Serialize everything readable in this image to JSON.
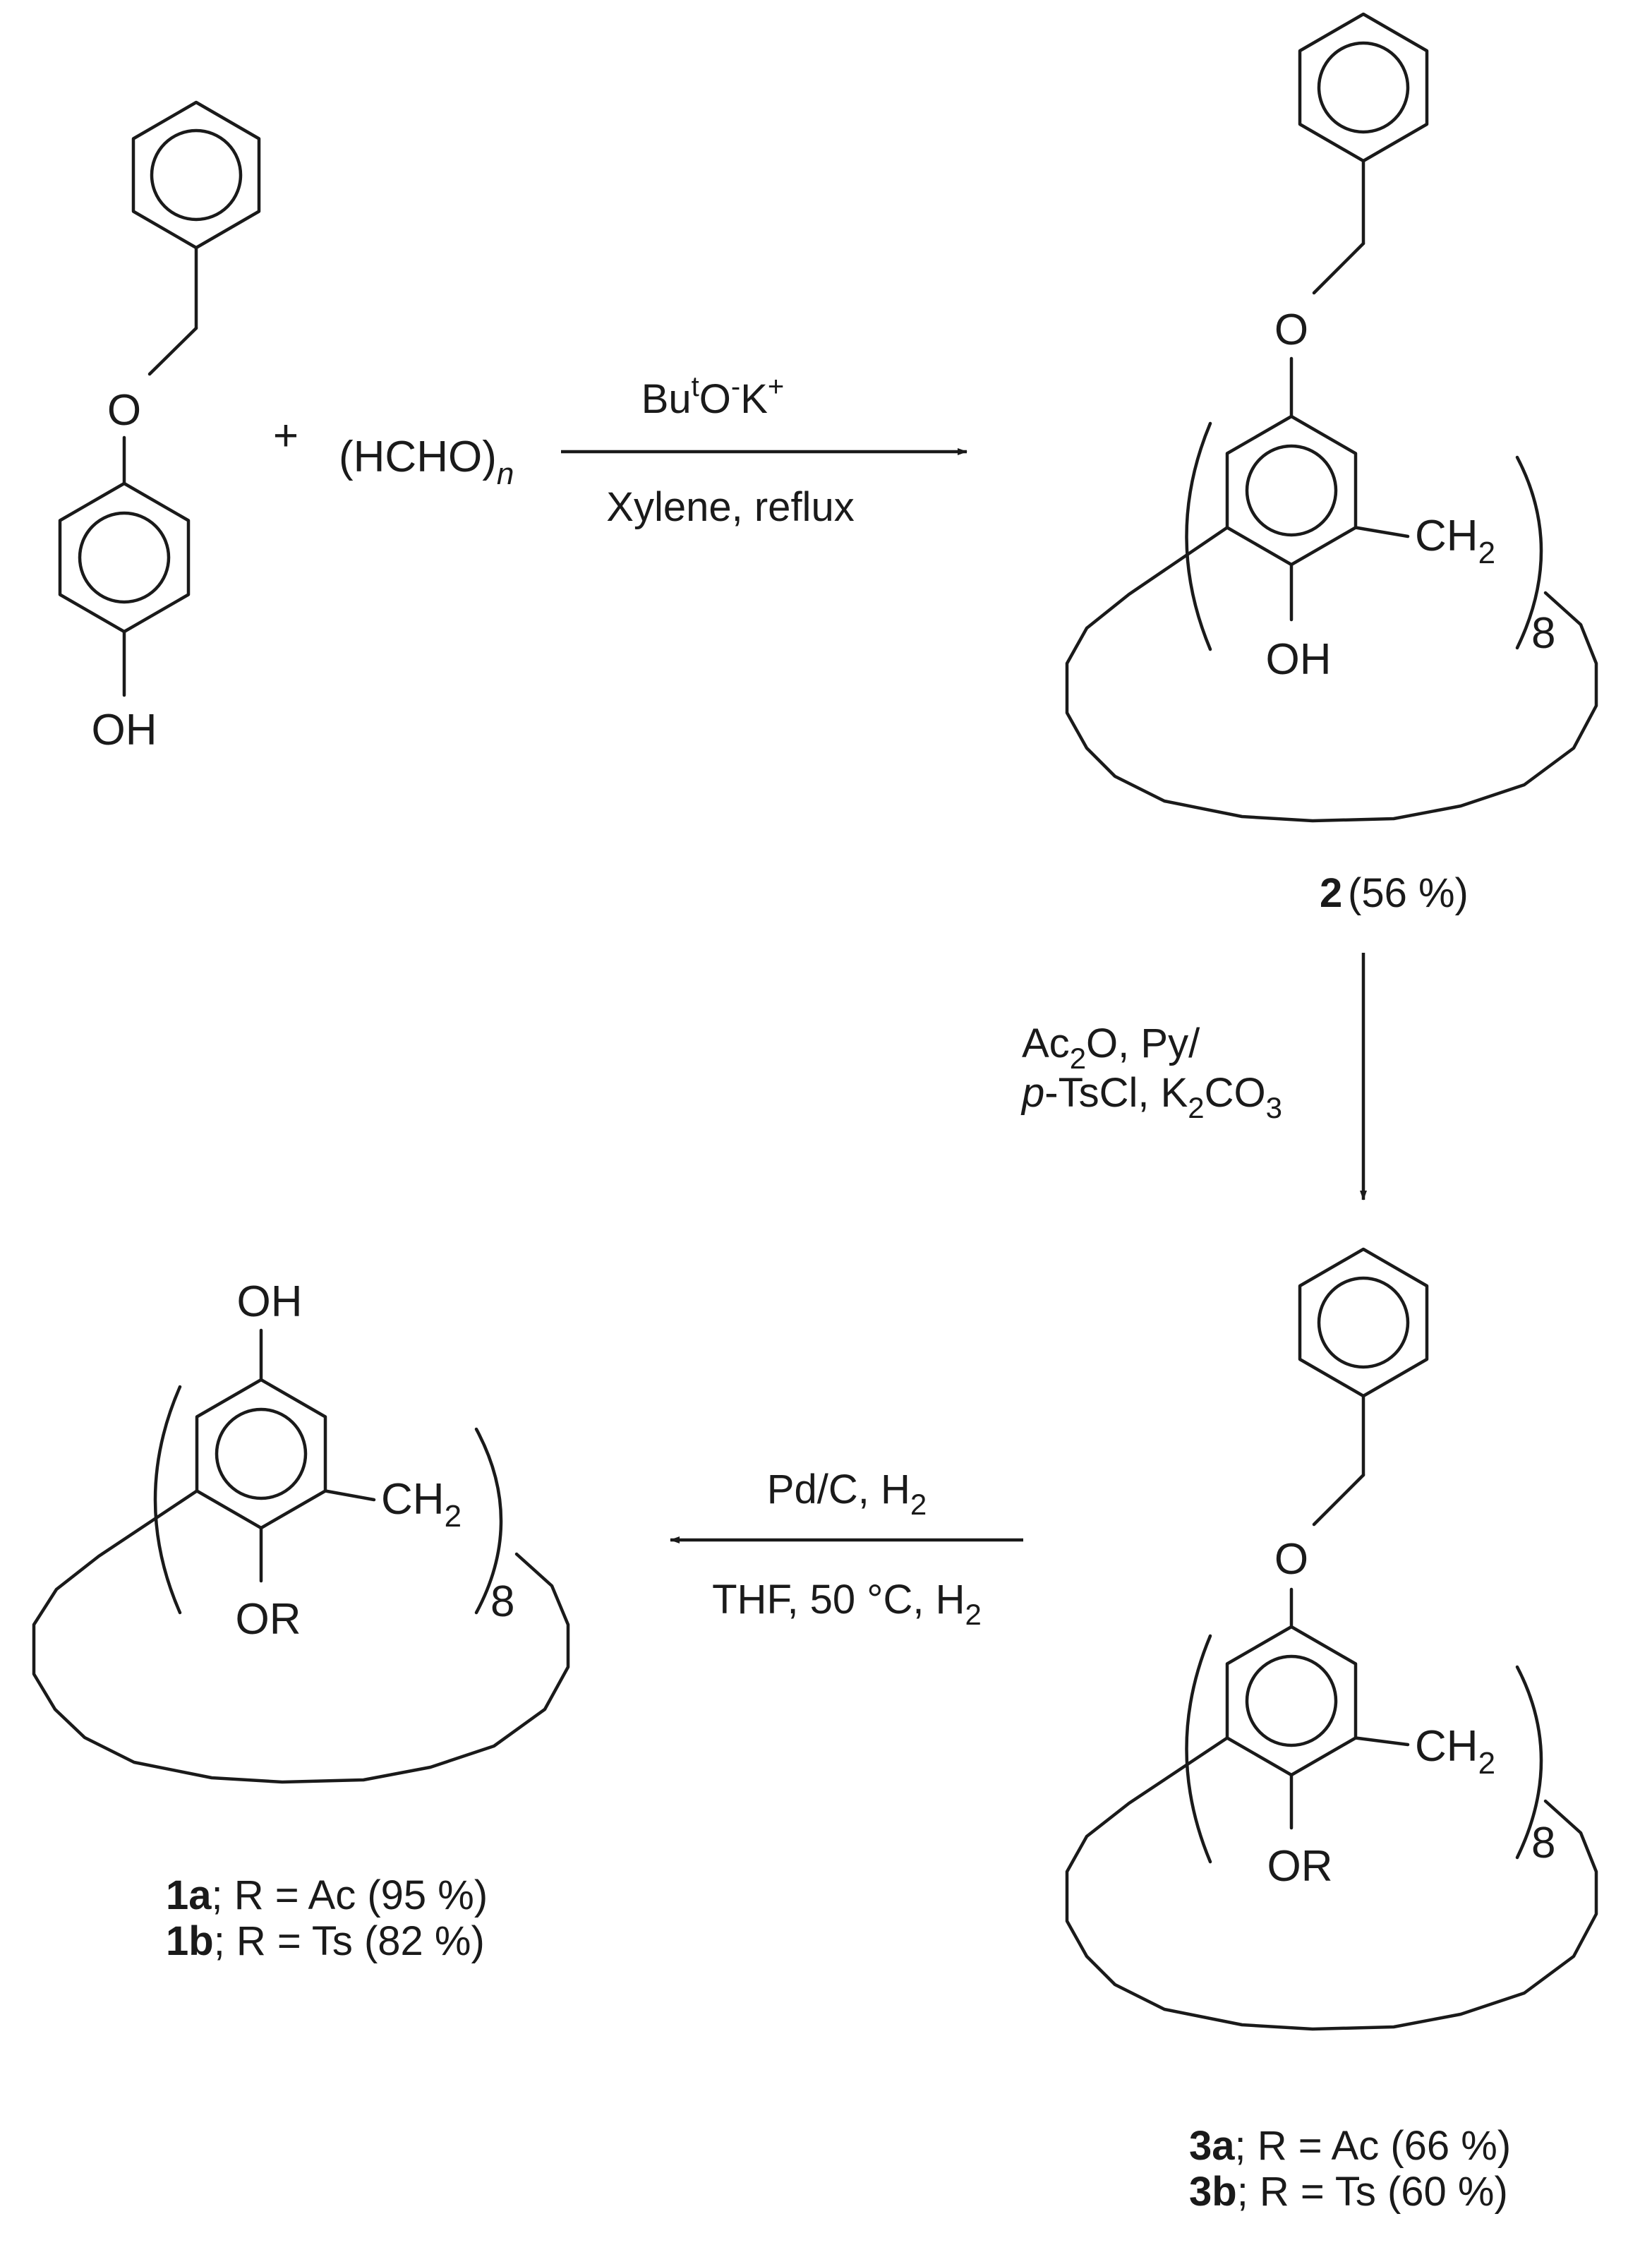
{
  "reactant": {
    "oh": "OH",
    "o": "O"
  },
  "plus": "+",
  "paraformaldehyde": {
    "text": "(HCHO)",
    "sub": "n"
  },
  "step1": {
    "reagent_base": "Bu",
    "reagent_sup1": "t",
    "reagent_mid": "O",
    "reagent_sup2": "-",
    "reagent_k": "K",
    "reagent_sup3": "+",
    "solvent": "Xylene, reflux"
  },
  "compound2": {
    "o": "O",
    "oh": "OH",
    "ch": "CH",
    "ch_sub": "2",
    "repeat": "8",
    "id": "2",
    "yield": "(56 %)"
  },
  "step2": {
    "line1_a": "Ac",
    "line1_sub": "2",
    "line1_b": "O, Py/",
    "line2_a": "p",
    "line2_b": "-TsCl, K",
    "line2_sub1": "2",
    "line2_c": "CO",
    "line2_sub2": "3"
  },
  "compound3": {
    "o": "O",
    "or": "OR",
    "ch": "CH",
    "ch_sub": "2",
    "repeat": "8",
    "a_id": "3a",
    "a_text": "; R = Ac (66 %)",
    "b_id": "3b",
    "b_text": "; R = Ts (60 %)"
  },
  "step3": {
    "line1_a": "Pd/C, H",
    "line1_sub": "2",
    "line2_a": "THF, 50 °C, H",
    "line2_sub": "2"
  },
  "compound1": {
    "oh": "OH",
    "or": "OR",
    "ch": "CH",
    "ch_sub": "2",
    "repeat": "8",
    "a_id": "1a",
    "a_text": "; R = Ac (95 %)",
    "b_id": "1b",
    "b_text": "; R = Ts (82 %)"
  }
}
